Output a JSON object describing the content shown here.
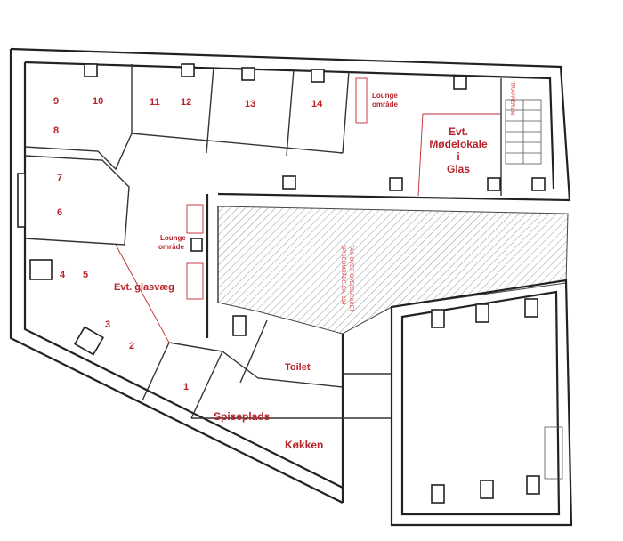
{
  "rooms": {
    "r1": "1",
    "r2": "2",
    "r3": "3",
    "r4": "4",
    "r5": "5",
    "r6": "6",
    "r7": "7",
    "r8": "8",
    "r9": "9",
    "r10": "10",
    "r11": "11",
    "r12": "12",
    "r13": "13",
    "r14": "14"
  },
  "labels": {
    "lounge_top_1": "Lounge",
    "lounge_top_2": "område",
    "lounge_mid_1": "Lounge",
    "lounge_mid_2": "område",
    "meeting_1": "Evt.",
    "meeting_2": "Mødelokale",
    "meeting_3": "i",
    "meeting_4": "Glas",
    "glass_wall": "Evt. glasvæg",
    "toilet": "Toilet",
    "dining": "Spiseplads",
    "kitchen": "Køkken",
    "stairwell": "TRAPPERUM",
    "roof_1": "TAG OVER OVERDÆKKET",
    "roof_2": "SPISEOMRÅDE CA. 134"
  },
  "colors": {
    "label": "#b8232a",
    "wall": "#222222"
  }
}
